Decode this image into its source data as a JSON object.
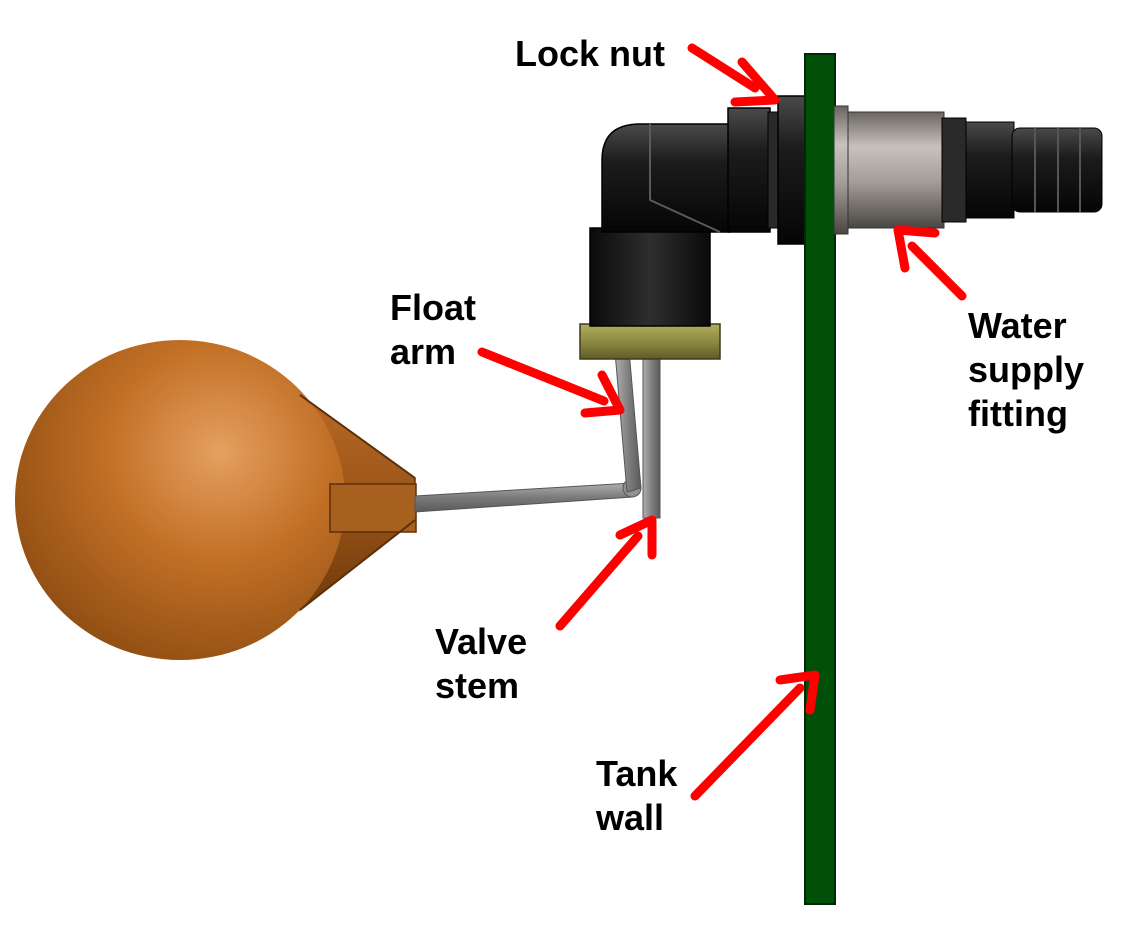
{
  "labels": {
    "lock_nut": "Lock nut",
    "float_arm": [
      "Float",
      "arm"
    ],
    "water_supply_fitting": [
      "Water",
      "supply",
      "fitting"
    ],
    "valve_stem": [
      "Valve",
      "stem"
    ],
    "tank_wall": [
      "Tank",
      "wall"
    ]
  },
  "colors": {
    "arrow": "#ff0000",
    "tank_wall": "#00500a",
    "float_ball": "#c06a20",
    "fitting_black": "#1a1a1a",
    "fitting_silver": "#a09a96",
    "collar": "#8c8a40",
    "rod": "#8a8a8a"
  }
}
